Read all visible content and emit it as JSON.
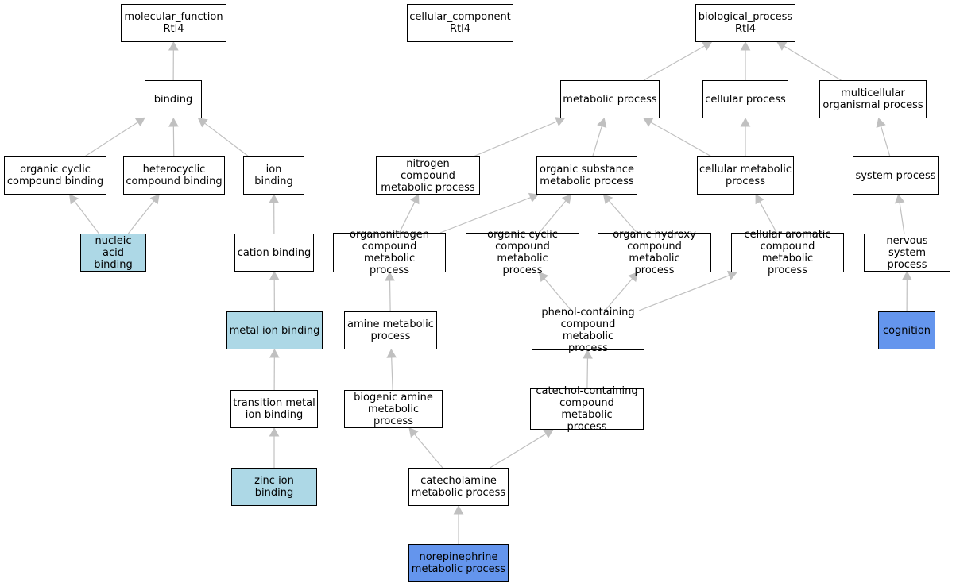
{
  "colors": {
    "node_fill": "#ffffff",
    "highlight_light": "#add8e6",
    "highlight_dark": "#6495ed",
    "edge": "#c0c0c0",
    "border": "#000000"
  },
  "nodes": {
    "mf_root": {
      "label": "molecular_function\nRtl4",
      "style": "plain"
    },
    "cc_root": {
      "label": "cellular_component\nRtl4",
      "style": "plain"
    },
    "bp_root": {
      "label": "biological_process\nRtl4",
      "style": "plain"
    },
    "binding": {
      "label": "binding",
      "style": "plain"
    },
    "org_cyclic_binding": {
      "label": "organic cyclic\ncompound binding",
      "style": "plain"
    },
    "heterocyclic_binding": {
      "label": "heterocyclic\ncompound binding",
      "style": "plain"
    },
    "ion_binding": {
      "label": "ion binding",
      "style": "plain"
    },
    "nucleic_acid_binding": {
      "label": "nucleic acid\nbinding",
      "style": "light"
    },
    "cation_binding": {
      "label": "cation binding",
      "style": "plain"
    },
    "metal_ion_binding": {
      "label": "metal ion binding",
      "style": "light"
    },
    "transition_metal": {
      "label": "transition metal\nion binding",
      "style": "plain"
    },
    "zinc_ion_binding": {
      "label": "zinc ion binding",
      "style": "light"
    },
    "metabolic_process": {
      "label": "metabolic process",
      "style": "plain"
    },
    "cellular_process": {
      "label": "cellular process",
      "style": "plain"
    },
    "multicellular": {
      "label": "multicellular\norganismal process",
      "style": "plain"
    },
    "nitrogen_compound": {
      "label": "nitrogen compound\nmetabolic process",
      "style": "plain"
    },
    "organic_substance": {
      "label": "organic substance\nmetabolic process",
      "style": "plain"
    },
    "cellular_metabolic": {
      "label": "cellular metabolic\nprocess",
      "style": "plain"
    },
    "system_process": {
      "label": "system process",
      "style": "plain"
    },
    "organonitrogen": {
      "label": "organonitrogen\ncompound metabolic\nprocess",
      "style": "plain"
    },
    "org_cyclic_metabolic": {
      "label": "organic cyclic\ncompound metabolic\nprocess",
      "style": "plain"
    },
    "org_hydroxy": {
      "label": "organic hydroxy\ncompound metabolic\nprocess",
      "style": "plain"
    },
    "cellular_aromatic": {
      "label": "cellular aromatic\ncompound metabolic\nprocess",
      "style": "plain"
    },
    "nervous_system": {
      "label": "nervous system\nprocess",
      "style": "plain"
    },
    "amine_metabolic": {
      "label": "amine metabolic\nprocess",
      "style": "plain"
    },
    "phenol_containing": {
      "label": "phenol-containing\ncompound metabolic\nprocess",
      "style": "plain"
    },
    "cognition": {
      "label": "cognition",
      "style": "dark"
    },
    "biogenic_amine": {
      "label": "biogenic amine\nmetabolic process",
      "style": "plain"
    },
    "catechol_containing": {
      "label": "catechol-containing\ncompound metabolic\nprocess",
      "style": "plain"
    },
    "catecholamine": {
      "label": "catecholamine\nmetabolic process",
      "style": "plain"
    },
    "norepinephrine": {
      "label": "norepinephrine\nmetabolic process",
      "style": "dark"
    }
  },
  "edges": [
    [
      "binding",
      "mf_root"
    ],
    [
      "org_cyclic_binding",
      "binding"
    ],
    [
      "heterocyclic_binding",
      "binding"
    ],
    [
      "ion_binding",
      "binding"
    ],
    [
      "nucleic_acid_binding",
      "org_cyclic_binding"
    ],
    [
      "nucleic_acid_binding",
      "heterocyclic_binding"
    ],
    [
      "cation_binding",
      "ion_binding"
    ],
    [
      "metal_ion_binding",
      "cation_binding"
    ],
    [
      "transition_metal",
      "metal_ion_binding"
    ],
    [
      "zinc_ion_binding",
      "transition_metal"
    ],
    [
      "metabolic_process",
      "bp_root"
    ],
    [
      "cellular_process",
      "bp_root"
    ],
    [
      "multicellular",
      "bp_root"
    ],
    [
      "nitrogen_compound",
      "metabolic_process"
    ],
    [
      "organic_substance",
      "metabolic_process"
    ],
    [
      "cellular_metabolic",
      "metabolic_process"
    ],
    [
      "cellular_metabolic",
      "cellular_process"
    ],
    [
      "system_process",
      "multicellular"
    ],
    [
      "organonitrogen",
      "nitrogen_compound"
    ],
    [
      "organonitrogen",
      "organic_substance"
    ],
    [
      "org_cyclic_metabolic",
      "organic_substance"
    ],
    [
      "org_hydroxy",
      "organic_substance"
    ],
    [
      "cellular_aromatic",
      "cellular_metabolic"
    ],
    [
      "nervous_system",
      "system_process"
    ],
    [
      "amine_metabolic",
      "organonitrogen"
    ],
    [
      "phenol_containing",
      "org_cyclic_metabolic"
    ],
    [
      "phenol_containing",
      "org_hydroxy"
    ],
    [
      "phenol_containing",
      "cellular_aromatic"
    ],
    [
      "cognition",
      "nervous_system"
    ],
    [
      "biogenic_amine",
      "amine_metabolic"
    ],
    [
      "catechol_containing",
      "phenol_containing"
    ],
    [
      "catecholamine",
      "biogenic_amine"
    ],
    [
      "catecholamine",
      "catechol_containing"
    ],
    [
      "norepinephrine",
      "catecholamine"
    ]
  ]
}
